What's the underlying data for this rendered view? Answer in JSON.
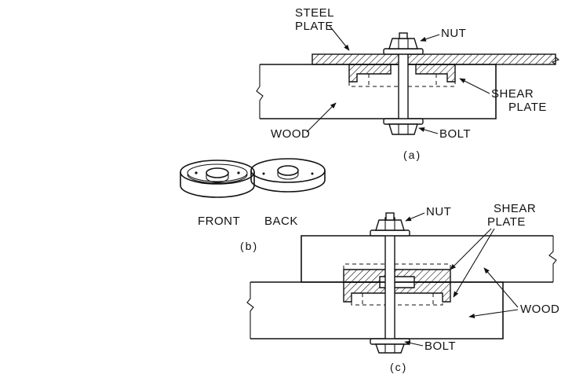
{
  "labels": {
    "steel": "STEEL",
    "plate": "PLATE",
    "nut": "NUT",
    "shear": "SHEAR",
    "wood": "WOOD",
    "bolt": "BOLT",
    "front": "FRONT",
    "back": "BACK"
  },
  "captions": {
    "a": "(a)",
    "b": "(b)",
    "c": "(c)"
  }
}
